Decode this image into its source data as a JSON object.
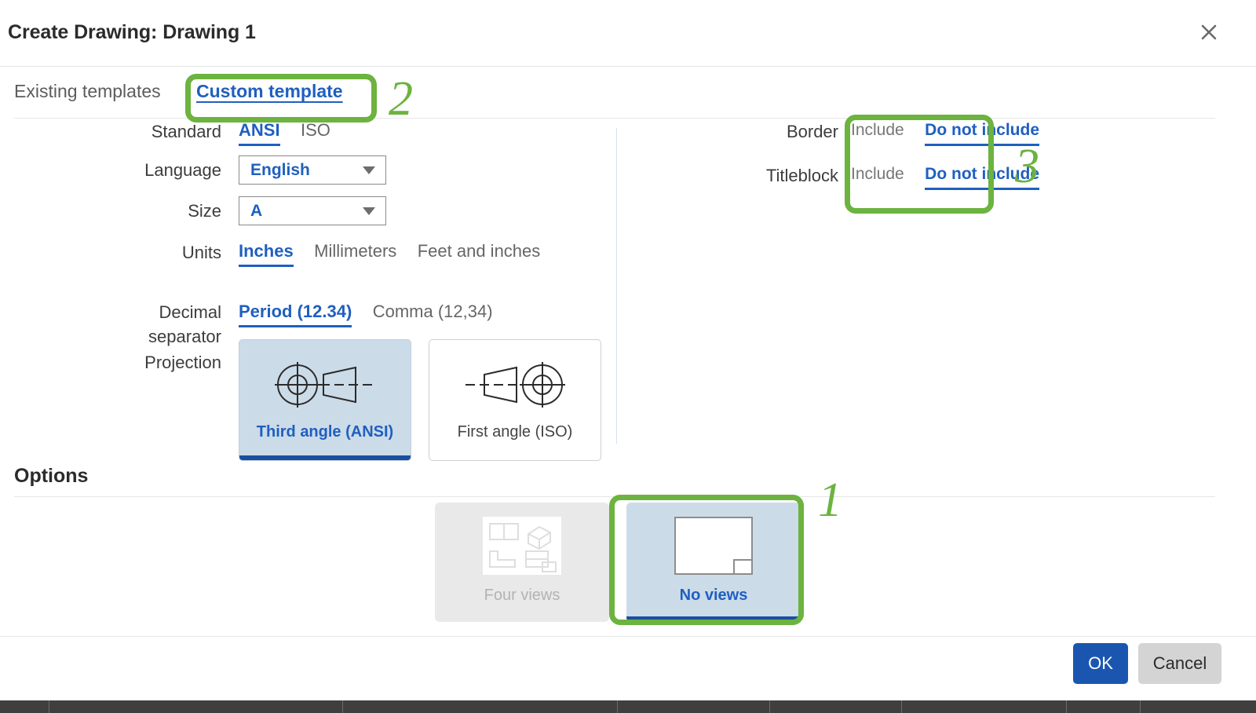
{
  "dialog": {
    "title_prefix": "Create Drawing:",
    "title_name": "Drawing 1",
    "close_icon": "close-icon"
  },
  "tabs": [
    {
      "label": "Existing templates",
      "active": false
    },
    {
      "label": "Custom template",
      "active": true
    }
  ],
  "form": {
    "standard": {
      "label": "Standard",
      "options": [
        "ANSI",
        "ISO"
      ],
      "selected": "ANSI"
    },
    "language": {
      "label": "Language",
      "value": "English"
    },
    "size": {
      "label": "Size",
      "value": "A"
    },
    "units": {
      "label": "Units",
      "options": [
        "Inches",
        "Millimeters",
        "Feet and inches"
      ],
      "selected": "Inches"
    },
    "decimal_separator": {
      "label_line1": "Decimal",
      "label_line2": "separator",
      "options": [
        "Period (12.34)",
        "Comma (12,34)"
      ],
      "selected": "Period (12.34)"
    },
    "projection": {
      "label": "Projection",
      "cards": [
        {
          "label": "Third angle (ANSI)",
          "selected": true,
          "icon": "third-angle-projection-icon"
        },
        {
          "label": "First angle (ISO)",
          "selected": false,
          "icon": "first-angle-projection-icon"
        }
      ]
    }
  },
  "right": {
    "border": {
      "label": "Border",
      "options": [
        "Include",
        "Do not include"
      ],
      "selected": "Do not include"
    },
    "titleblock": {
      "label": "Titleblock",
      "options": [
        "Include",
        "Do not include"
      ],
      "selected": "Do not include"
    }
  },
  "options": {
    "heading": "Options",
    "view_cards": [
      {
        "label": "Four views",
        "state": "disabled",
        "icon": "four-views-thumbnail-icon"
      },
      {
        "label": "No views",
        "state": "selected",
        "icon": "no-views-thumbnail-icon"
      }
    ]
  },
  "footer": {
    "ok_label": "OK",
    "cancel_label": "Cancel"
  },
  "annotations": [
    {
      "number": "1",
      "target": "no-views-card"
    },
    {
      "number": "2",
      "target": "custom-template-tab"
    },
    {
      "number": "3",
      "target": "border-titleblock-do-not-include"
    }
  ],
  "colors": {
    "accent_blue": "#1f5fc0",
    "primary_button": "#1a56b0",
    "annotation_green": "#6cb33f",
    "selected_card_bg": "#ccdbe8",
    "selected_underline": "#1a4fa0"
  }
}
